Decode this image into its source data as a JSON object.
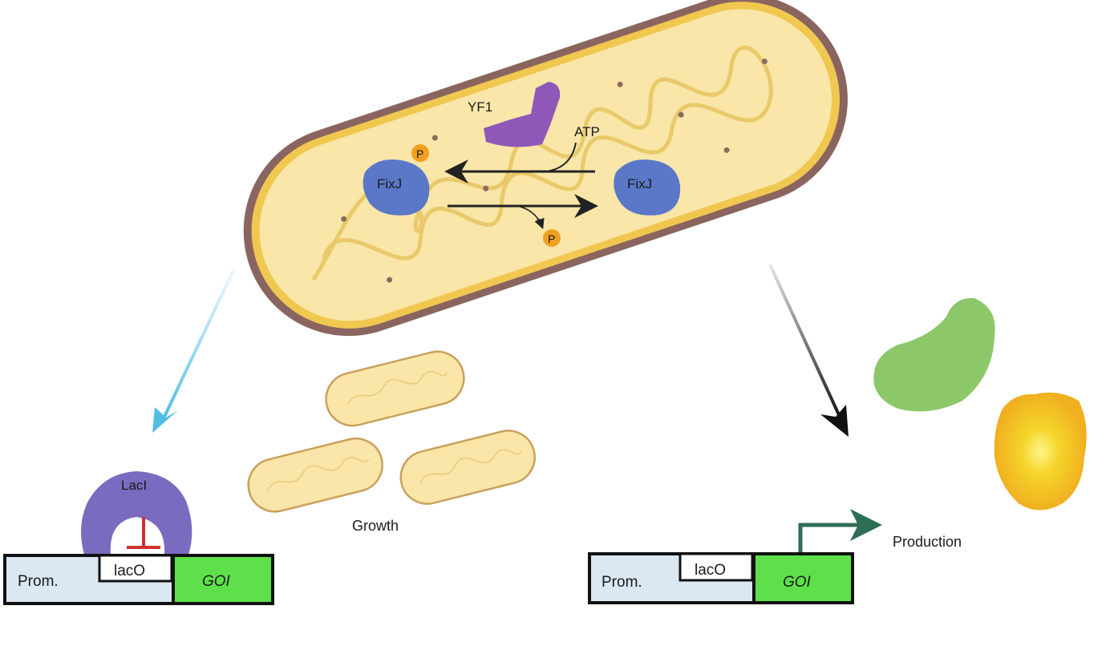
{
  "cell": {
    "yf1_label": "YF1",
    "atp_label": "ATP",
    "fixj_phospho_label": "FixJ",
    "fixj_label": "FixJ",
    "phosphate_label": "P",
    "phosphate_released_label": "P"
  },
  "growth_label": "Growth",
  "production_label": "Production",
  "left_construct": {
    "repressor_label": "LacI",
    "promoter_label": "Prom.",
    "operator_label": "lacO",
    "gene_label": "GOI"
  },
  "right_construct": {
    "promoter_label": "Prom.",
    "operator_label": "lacO",
    "gene_label": "GOI"
  },
  "colors": {
    "cytoplasm": "#f9e6a8",
    "membrane": "#6e4a45",
    "fixj": "#5b78c8",
    "yf1": "#8f58b8",
    "laci": "#7a6bc0",
    "phosphate": "#f0a020",
    "promoter": "#dbe7f1",
    "gene": "#5ee04b",
    "blue_arrow": "#5ec4e6",
    "expression_arrow": "#2e6e55"
  }
}
